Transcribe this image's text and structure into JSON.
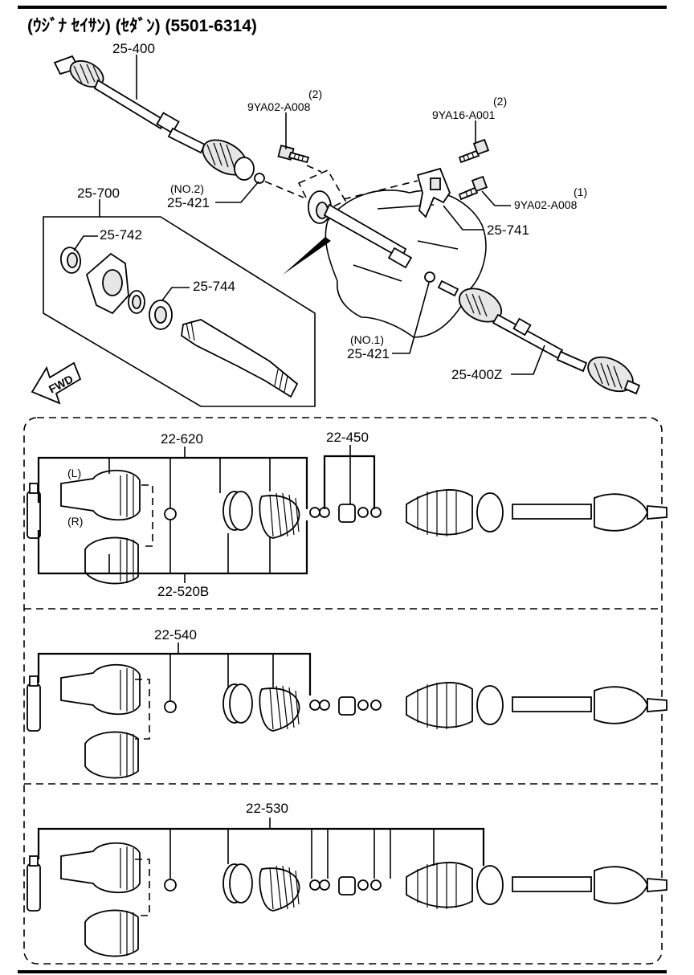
{
  "title": "(ｳｼﾞﾅ ｾｲｻﾝ) (ｾﾀﾞﾝ) (5501-6314)",
  "fwd_label": "FWD",
  "labels": {
    "p25_400": "25-400",
    "p25_400z": "25-400Z",
    "p25_700": "25-700",
    "p25_742": "25-742",
    "p25_744": "25-744",
    "p25_741": "25-741",
    "p25_421_no2_tag": "(NO.2)",
    "p25_421_no2": "25-421",
    "p25_421_no1_tag": "(NO.1)",
    "p25_421_no1": "25-421",
    "bolt1_qty": "(2)",
    "bolt1": "9YA02-A008",
    "bolt2_qty": "(2)",
    "bolt2": "9YA16-A001",
    "bolt3_qty": "(1)",
    "bolt3": "9YA02-A008",
    "p22_620": "22-620",
    "p22_450": "22-450",
    "p22_520b": "22-520B",
    "left_tag": "(L)",
    "right_tag": "(R)",
    "p22_540": "22-540",
    "p22_530": "22-530"
  }
}
